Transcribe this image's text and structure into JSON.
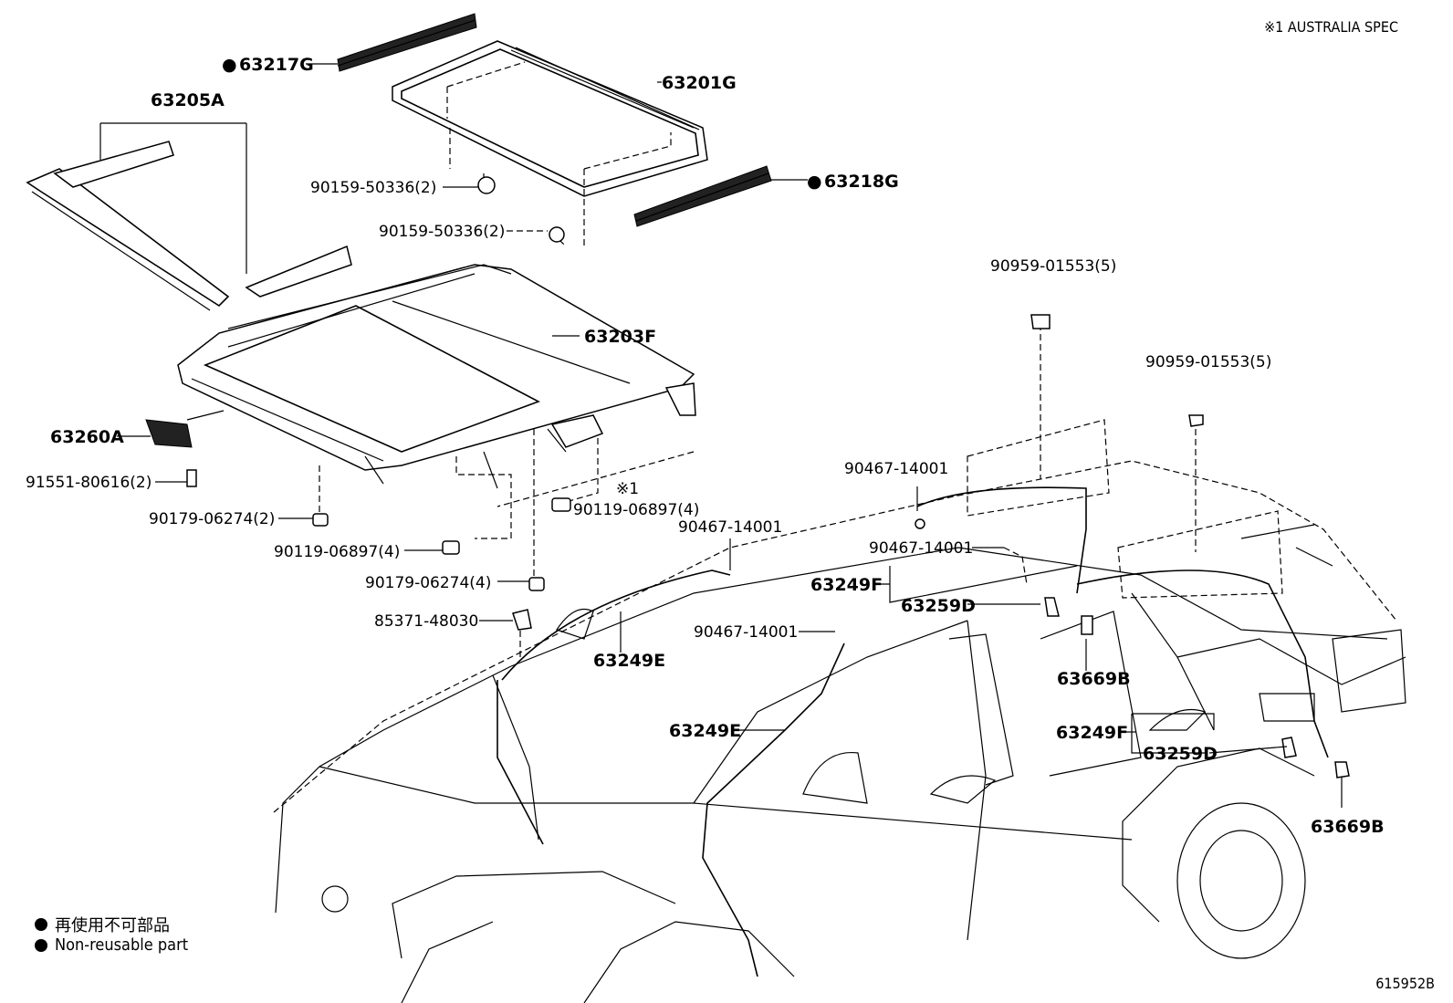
{
  "header": {
    "spec_note": "※1 AUSTRALIA SPEC"
  },
  "footer": {
    "diagram_id": "615952B"
  },
  "legend": [
    {
      "symbol": "black-dot",
      "text": "再使用不可部品"
    },
    {
      "symbol": "black-dot",
      "text": "Non-reusable part"
    }
  ],
  "callouts": {
    "c63217G": "63217G",
    "c63201G": "63201G",
    "c63205A": "63205A",
    "c63218G": "63218G",
    "c90159a": "90159-50336(2)",
    "c90159b": "90159-50336(2)",
    "c63203F": "63203F",
    "c63260A": "63260A",
    "c91551": "91551-80616(2)",
    "c90179a": "90179-06274(2)",
    "c90119a": "90119-06897(4)",
    "c90119b": "90119-06897(4)",
    "c90179b": "90179-06274(4)",
    "c85371": "85371-48030",
    "c90959a": "90959-01553(5)",
    "c90959b": "90959-01553(5)",
    "c90467a": "90467-14001",
    "c90467b": "90467-14001",
    "c90467c": "90467-14001",
    "c90467d": "90467-14001",
    "c63249Fa": "63249F",
    "c63259Da": "63259D",
    "c63249Ea": "63249E",
    "c63249Eb": "63249E",
    "c63669Ba": "63669B",
    "c63249Fb": "63249F",
    "c63259Db": "63259D",
    "c63669Bb": "63669B",
    "australia_mark": "※1"
  },
  "non_reusable_marker": "●"
}
